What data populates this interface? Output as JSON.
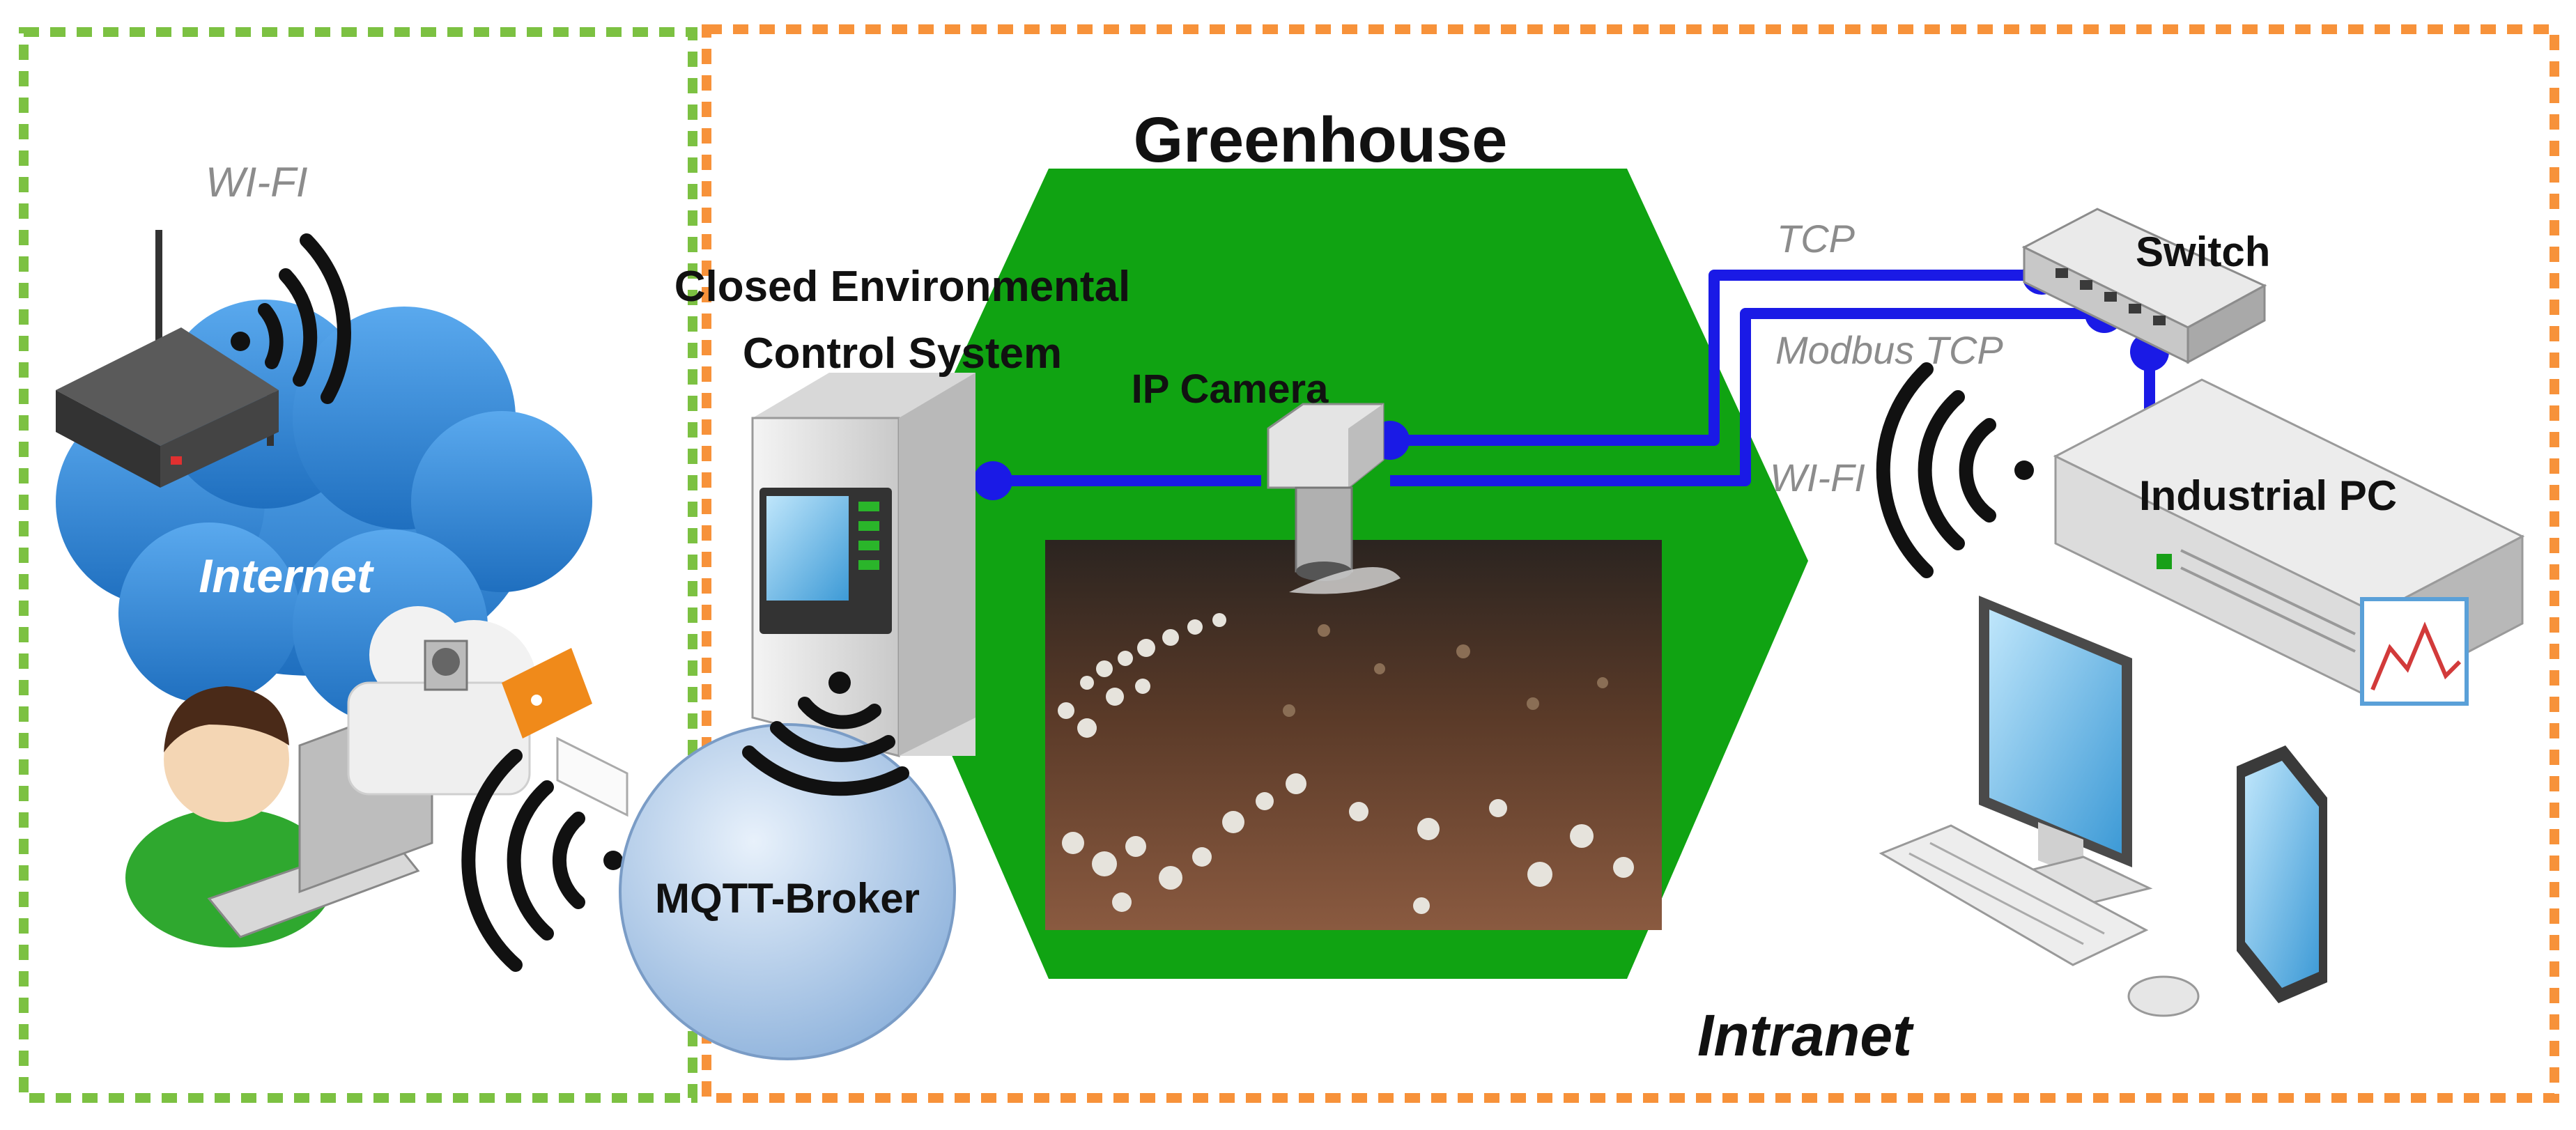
{
  "colors": {
    "internet_zone_border": "#7cc142",
    "intranet_zone_border": "#f7923a",
    "greenhouse_fill": "#10a312",
    "link_blue": "#1a1ae6",
    "cloud_blue": "#3a8fd8",
    "broker_fill": "#b9d3ee"
  },
  "zones": {
    "intranet_label": "Intranet"
  },
  "greenhouse": {
    "title": "Greenhouse"
  },
  "labels": {
    "wifi_left": "WI-FI",
    "internet": "Internet",
    "mqtt_broker": "MQTT-Broker",
    "closed_env_line1": "Closed Environmental",
    "closed_env_line2": "Control System",
    "ip_camera": "IP Camera",
    "tcp": "TCP",
    "modbus_tcp": "Modbus TCP",
    "wifi_right": "WI-FI",
    "switch": "Switch",
    "industrial_pc": "Industrial PC"
  },
  "icons": [
    "wifi-router-icon",
    "cloud-icon",
    "user-laptop-icon",
    "wifi-signal-icon",
    "control-cabinet-icon",
    "ip-camera-icon",
    "network-switch-icon",
    "industrial-pc-icon",
    "desktop-computer-icon",
    "tablet-icon",
    "mushroom-photo"
  ]
}
